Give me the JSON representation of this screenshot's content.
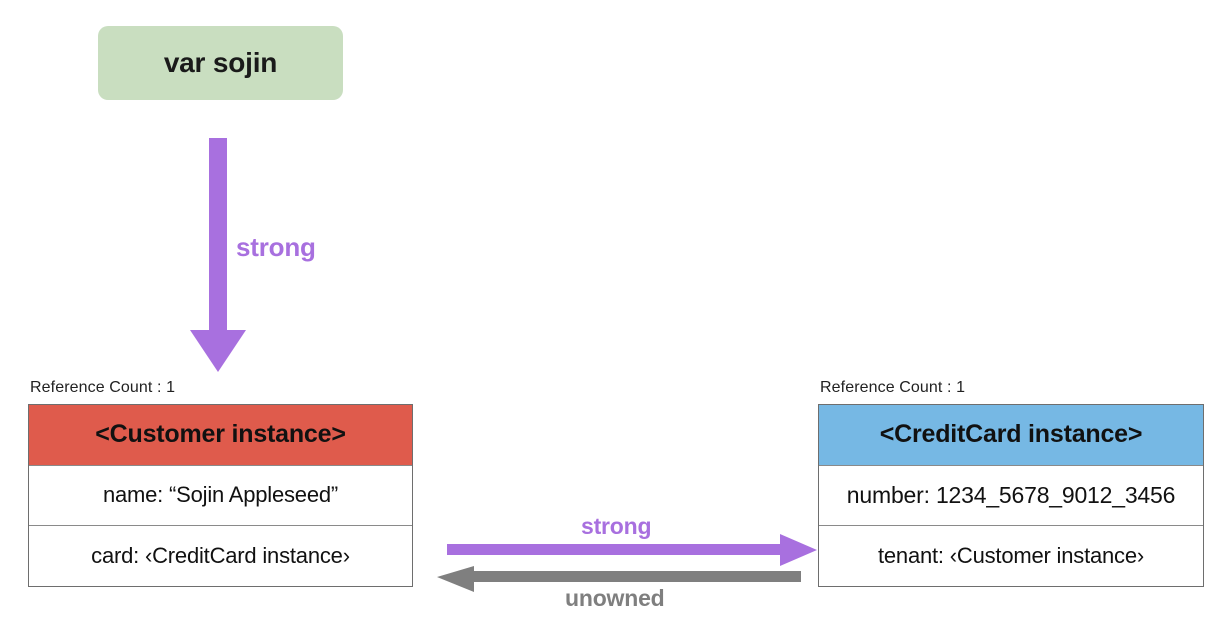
{
  "diagram": {
    "title_hidden": "ARC strong / unowned reference diagram",
    "variable_box": {
      "label": "var sojin",
      "color": "#c9dec0"
    },
    "edges": [
      {
        "id": "var-to-customer",
        "label": "strong",
        "color": "#a870df",
        "direction": "down",
        "from": "var sojin",
        "to": "<Customer instance>"
      },
      {
        "id": "customer-to-creditcard",
        "label": "strong",
        "color": "#a870df",
        "direction": "right",
        "from": "<Customer instance>",
        "to": "<CreditCard instance>"
      },
      {
        "id": "creditcard-to-customer",
        "label": "unowned",
        "color": "#7f7f7f",
        "direction": "left",
        "from": "<CreditCard instance>",
        "to": "<Customer instance>"
      }
    ],
    "instances": [
      {
        "id": "customer",
        "reference_count_label": "Reference Count : 1",
        "reference_count": 1,
        "header": "<Customer instance>",
        "header_color": "#df5b4c",
        "fields": [
          "name: “Sojin Appleseed”",
          "card: ‹CreditCard instance›"
        ]
      },
      {
        "id": "creditcard",
        "reference_count_label": "Reference Count : 1",
        "reference_count": 1,
        "header": "<CreditCard instance>",
        "header_color": "#76b8e4",
        "fields": [
          "number: 1234_5678_9012_3456",
          "tenant: ‹Customer instance›"
        ]
      }
    ]
  }
}
